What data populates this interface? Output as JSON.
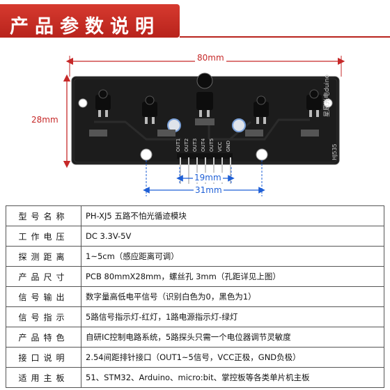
{
  "header": {
    "title": "产品参数说明"
  },
  "diagram": {
    "width_label": "80mm",
    "height_label": "28mm",
    "pin_span_label": "19mm",
    "hole_span_label": "31mm",
    "board_text": "星愿光电duino",
    "board_code": "HJ535",
    "pin_labels": [
      "OUT1",
      "OUT2",
      "OUT3",
      "OUT4",
      "OUT5",
      "VCC",
      "GND"
    ]
  },
  "specs": [
    {
      "key": "型号名称",
      "value": "PH-XJ5 五路不怕光循迹模块"
    },
    {
      "key": "工作电压",
      "value": "DC 3.3V-5V"
    },
    {
      "key": "探测距离",
      "value": "1~5cm（感应距离可调）"
    },
    {
      "key": "产品尺寸",
      "value": "PCB 80mmX28mm，螺丝孔 3mm（孔距详见上图）"
    },
    {
      "key": "信号输出",
      "value": "数字量高低电平信号（识别白色为0，黑色为1）"
    },
    {
      "key": "信号指示",
      "value": "5路信号指示灯-红灯，1路电源指示灯-绿灯"
    },
    {
      "key": "产品特色",
      "value": "自研IC控制电路系统，5路探头只需一个电位器调节灵敏度"
    },
    {
      "key": "接口说明",
      "value": "2.54间距排针接口（OUT1~5信号，VCC正极，GND负极）"
    },
    {
      "key": "适用主板",
      "value": "51、STM32、Arduino、micro:bit、掌控板等各类单片机主板"
    }
  ],
  "colors": {
    "accent": "#c62828",
    "dimension_blue": "#1e5fd6",
    "pcb": "#1a1a1a"
  }
}
